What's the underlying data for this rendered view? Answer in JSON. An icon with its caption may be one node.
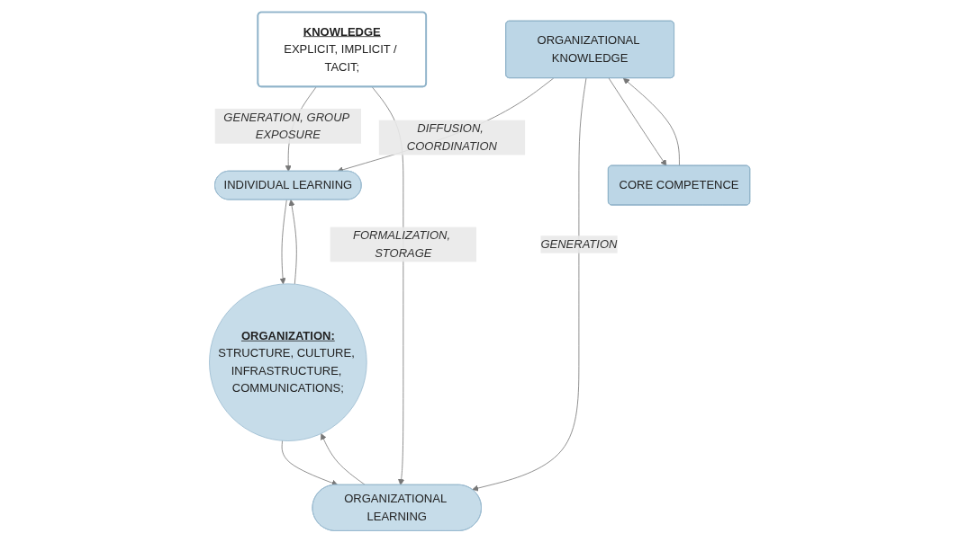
{
  "diagram": {
    "nodes": [
      {
        "text": [
          "KNOWLEDGE",
          "EXPLICIT, IMPLICIT / TACIT;"
        ]
      },
      {
        "text": [
          "INDIVIDUAL LEARNING"
        ]
      },
      {
        "text": [
          "ORGANIZATION:",
          "STRUCTURE, CULTURE, INFRASTRUCTURE, COMMUNICATIONS;"
        ]
      },
      {
        "text": [
          "ORGANIZATIONAL LEARNING"
        ]
      },
      {
        "text": [
          "ORGANIZATIONAL KNOWLEDGE"
        ]
      },
      {
        "text": [
          "CORE COMPETENCE"
        ]
      }
    ],
    "edges": [
      {
        "from": 0,
        "to": 1,
        "arrow": "to",
        "label": "GENERATION, GROUP EXPOSURE"
      },
      {
        "from": 0,
        "to": 3,
        "arrow": "to",
        "label": "FORMALIZATION, STORAGE"
      },
      {
        "from": 1,
        "to": 2,
        "arrow": "to"
      },
      {
        "from": 2,
        "to": 1,
        "arrow": "to"
      },
      {
        "from": 2,
        "to": 3,
        "arrow": "to"
      },
      {
        "from": 3,
        "to": 2,
        "arrow": "to"
      },
      {
        "from": 4,
        "to": 1,
        "arrow": "to",
        "label": "DIFFUSION, COORDINATION"
      },
      {
        "from": 4,
        "to": 3,
        "arrow": "to",
        "label": "GENERATION"
      },
      {
        "from": 5,
        "to": 4,
        "arrow": "to"
      },
      {
        "from": 4,
        "to": 5,
        "arrow": "to"
      }
    ]
  }
}
